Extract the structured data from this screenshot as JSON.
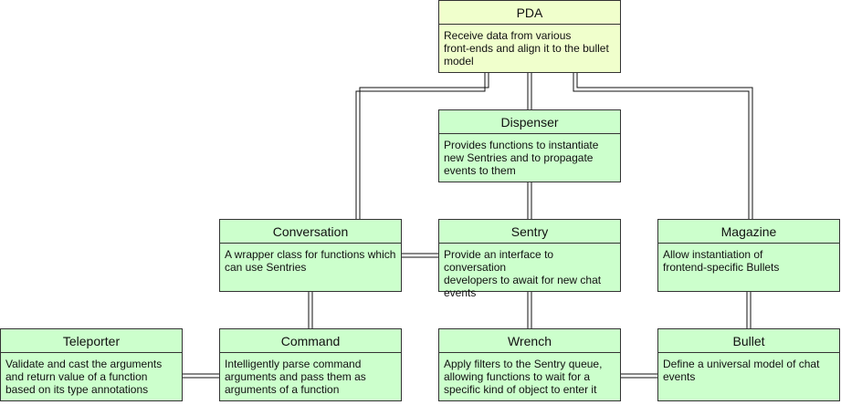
{
  "colors": {
    "node_fill": "#ccffcc",
    "root_fill": "#f0ffcc",
    "border": "#333333"
  },
  "nodes": {
    "pda": {
      "title": "PDA",
      "body": "Receive data from various\nfront-ends and align it to the bullet\nmodel"
    },
    "dispenser": {
      "title": "Dispenser",
      "body": "Provides functions to instantiate\nnew Sentries and to propagate\nevents to them"
    },
    "conversation": {
      "title": "Conversation",
      "body": "A wrapper class for functions which\ncan use Sentries"
    },
    "sentry": {
      "title": "Sentry",
      "body": "Provide an interface to conversation\ndevelopers to await for new chat\nevents"
    },
    "magazine": {
      "title": "Magazine",
      "body": "Allow instantiation of\nfrontend-specific Bullets"
    },
    "teleporter": {
      "title": "Teleporter",
      "body": "Validate and cast the arguments\nand return value of a function\nbased on its type annotations"
    },
    "command": {
      "title": "Command",
      "body": "Intelligently parse command\narguments and pass them as\narguments of a function"
    },
    "wrench": {
      "title": "Wrench",
      "body": "Apply filters to the Sentry queue,\nallowing functions to wait for a\nspecific kind of object to enter it"
    },
    "bullet": {
      "title": "Bullet",
      "body": "Define a universal model of chat\nevents"
    }
  },
  "edges": [
    [
      "pda",
      "conversation"
    ],
    [
      "pda",
      "dispenser"
    ],
    [
      "pda",
      "magazine"
    ],
    [
      "dispenser",
      "sentry"
    ],
    [
      "conversation",
      "sentry"
    ],
    [
      "conversation",
      "command"
    ],
    [
      "sentry",
      "wrench"
    ],
    [
      "magazine",
      "bullet"
    ],
    [
      "teleporter",
      "command"
    ],
    [
      "wrench",
      "bullet"
    ]
  ]
}
